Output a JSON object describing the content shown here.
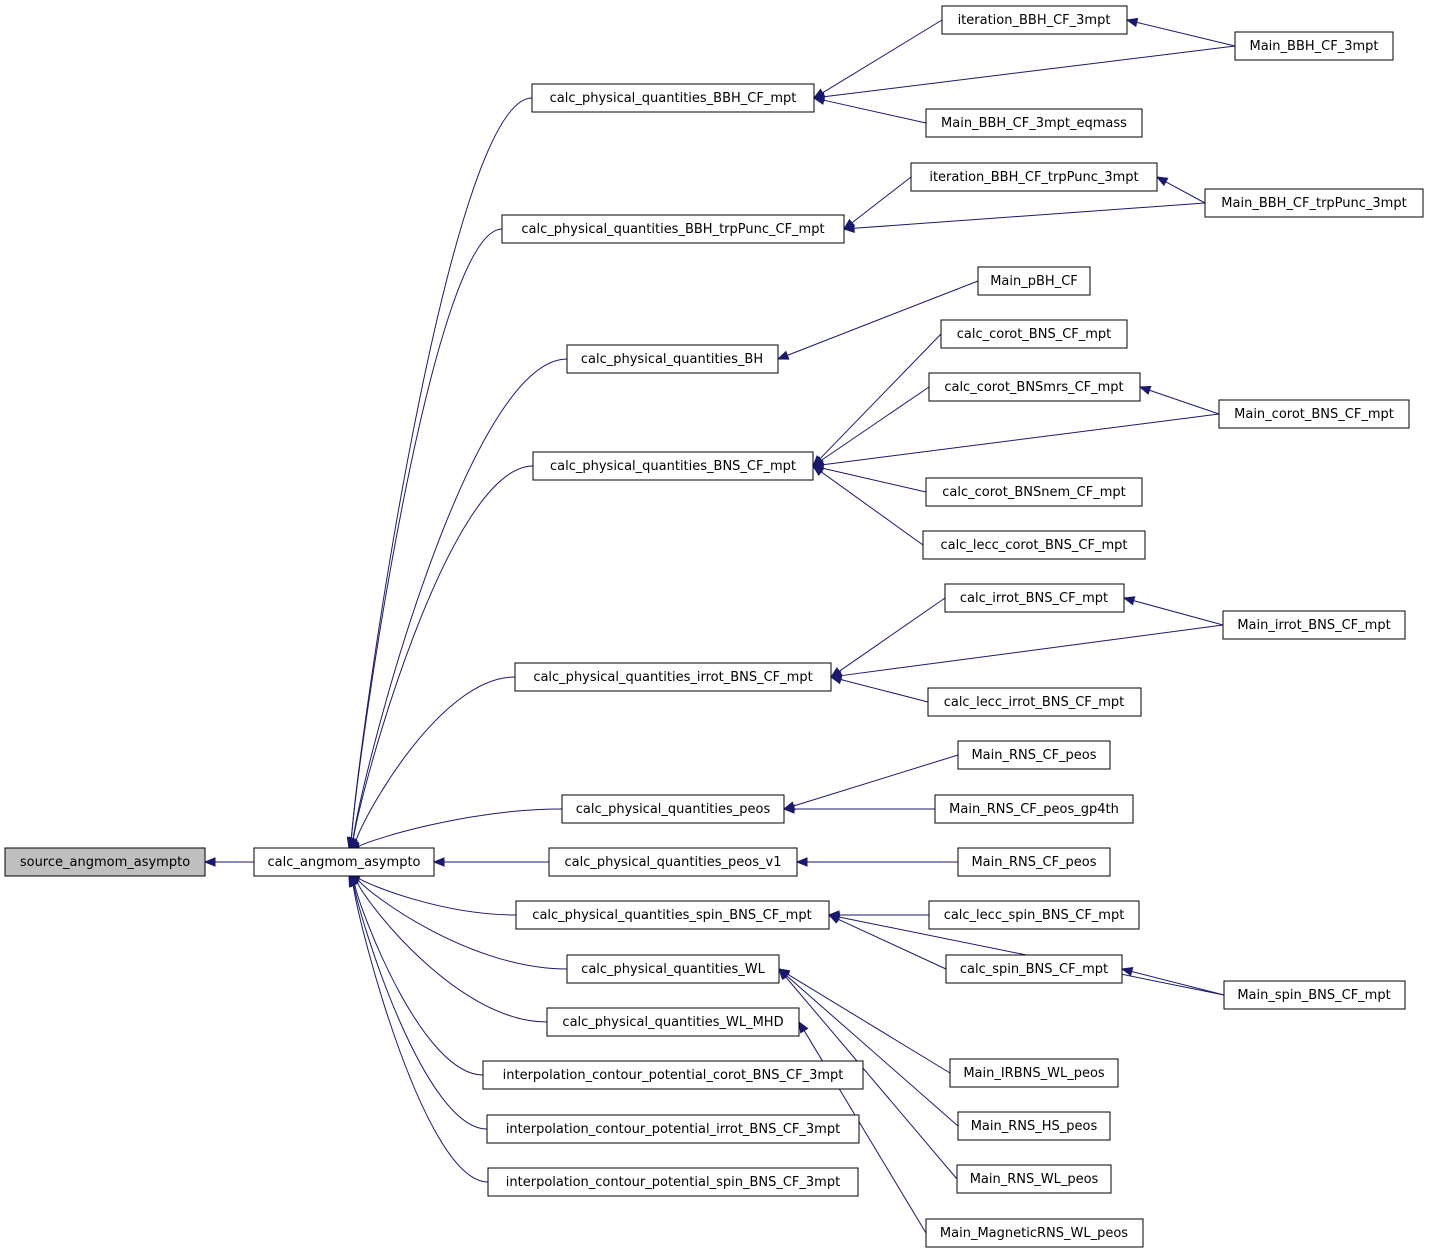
{
  "diagram_type": "doxygen-caller-graph",
  "colors": {
    "edge": "#191970",
    "node_border": "#000000",
    "root_fill": "#bfbfbf",
    "node_fill": "#ffffff"
  },
  "nodes": [
    {
      "id": "n0",
      "label": "source_angmom_asympto",
      "root": true
    },
    {
      "id": "n1",
      "label": "calc_angmom_asympto"
    },
    {
      "id": "n2",
      "label": "calc_physical_quantities_BBH_CF_mpt"
    },
    {
      "id": "n3",
      "label": "calc_physical_quantities_BBH_trpPunc_CF_mpt"
    },
    {
      "id": "n4",
      "label": "calc_physical_quantities_BH"
    },
    {
      "id": "n5",
      "label": "calc_physical_quantities_BNS_CF_mpt"
    },
    {
      "id": "n6",
      "label": "calc_physical_quantities_irrot_BNS_CF_mpt"
    },
    {
      "id": "n7",
      "label": "calc_physical_quantities_peos"
    },
    {
      "id": "n8",
      "label": "calc_physical_quantities_peos_v1"
    },
    {
      "id": "n9",
      "label": "calc_physical_quantities_spin_BNS_CF_mpt"
    },
    {
      "id": "n10",
      "label": "calc_physical_quantities_WL"
    },
    {
      "id": "n11",
      "label": "calc_physical_quantities_WL_MHD"
    },
    {
      "id": "n12",
      "label": "interpolation_contour_potential_corot_BNS_CF_3mpt"
    },
    {
      "id": "n13",
      "label": "interpolation_contour_potential_irrot_BNS_CF_3mpt"
    },
    {
      "id": "n14",
      "label": "interpolation_contour_potential_spin_BNS_CF_3mpt"
    },
    {
      "id": "n15",
      "label": "iteration_BBH_CF_3mpt"
    },
    {
      "id": "n16",
      "label": "Main_BBH_CF_3mpt"
    },
    {
      "id": "n17",
      "label": "Main_BBH_CF_3mpt_eqmass"
    },
    {
      "id": "n18",
      "label": "iteration_BBH_CF_trpPunc_3mpt"
    },
    {
      "id": "n19",
      "label": "Main_BBH_CF_trpPunc_3mpt"
    },
    {
      "id": "n20",
      "label": "Main_pBH_CF"
    },
    {
      "id": "n21",
      "label": "calc_corot_BNS_CF_mpt"
    },
    {
      "id": "n22",
      "label": "calc_corot_BNSmrs_CF_mpt"
    },
    {
      "id": "n23",
      "label": "Main_corot_BNS_CF_mpt"
    },
    {
      "id": "n24",
      "label": "calc_corot_BNSnem_CF_mpt"
    },
    {
      "id": "n25",
      "label": "calc_lecc_corot_BNS_CF_mpt"
    },
    {
      "id": "n26",
      "label": "calc_irrot_BNS_CF_mpt"
    },
    {
      "id": "n27",
      "label": "Main_irrot_BNS_CF_mpt"
    },
    {
      "id": "n28",
      "label": "calc_lecc_irrot_BNS_CF_mpt"
    },
    {
      "id": "n29",
      "label": "Main_RNS_CF_peos"
    },
    {
      "id": "n30",
      "label": "Main_RNS_CF_peos_gp4th"
    },
    {
      "id": "n31",
      "label": "Main_RNS_CF_peos"
    },
    {
      "id": "n32",
      "label": "calc_lecc_spin_BNS_CF_mpt"
    },
    {
      "id": "n33",
      "label": "calc_spin_BNS_CF_mpt"
    },
    {
      "id": "n34",
      "label": "Main_spin_BNS_CF_mpt"
    },
    {
      "id": "n35",
      "label": "Main_IRBNS_WL_peos"
    },
    {
      "id": "n36",
      "label": "Main_RNS_HS_peos"
    },
    {
      "id": "n37",
      "label": "Main_RNS_WL_peos"
    },
    {
      "id": "n38",
      "label": "Main_MagneticRNS_WL_peos"
    }
  ],
  "edges": [
    [
      "n1",
      "n0"
    ],
    [
      "n2",
      "n1"
    ],
    [
      "n3",
      "n1"
    ],
    [
      "n4",
      "n1"
    ],
    [
      "n5",
      "n1"
    ],
    [
      "n6",
      "n1"
    ],
    [
      "n7",
      "n1"
    ],
    [
      "n8",
      "n1"
    ],
    [
      "n9",
      "n1"
    ],
    [
      "n10",
      "n1"
    ],
    [
      "n11",
      "n1"
    ],
    [
      "n12",
      "n1"
    ],
    [
      "n13",
      "n1"
    ],
    [
      "n14",
      "n1"
    ],
    [
      "n15",
      "n2"
    ],
    [
      "n16",
      "n2"
    ],
    [
      "n17",
      "n2"
    ],
    [
      "n16",
      "n15"
    ],
    [
      "n18",
      "n3"
    ],
    [
      "n19",
      "n3"
    ],
    [
      "n19",
      "n18"
    ],
    [
      "n20",
      "n4"
    ],
    [
      "n21",
      "n5"
    ],
    [
      "n22",
      "n5"
    ],
    [
      "n23",
      "n5"
    ],
    [
      "n24",
      "n5"
    ],
    [
      "n25",
      "n5"
    ],
    [
      "n23",
      "n22"
    ],
    [
      "n26",
      "n6"
    ],
    [
      "n27",
      "n6"
    ],
    [
      "n28",
      "n6"
    ],
    [
      "n27",
      "n26"
    ],
    [
      "n29",
      "n7"
    ],
    [
      "n30",
      "n7"
    ],
    [
      "n31",
      "n8"
    ],
    [
      "n32",
      "n9"
    ],
    [
      "n33",
      "n9"
    ],
    [
      "n34",
      "n9"
    ],
    [
      "n34",
      "n33"
    ],
    [
      "n35",
      "n10"
    ],
    [
      "n36",
      "n10"
    ],
    [
      "n37",
      "n10"
    ],
    [
      "n38",
      "n11"
    ]
  ]
}
